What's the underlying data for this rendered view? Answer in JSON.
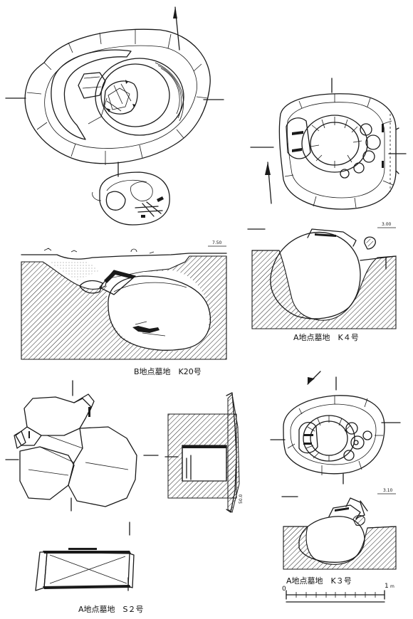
{
  "labels": {
    "b_k20": "B地点墓地　K20号",
    "a_k4": "A地点墓地　K４号",
    "a_s2": "A地点墓地　S２号",
    "a_k3": "A地点墓地　K３号"
  },
  "elevations": {
    "b_k20": "7.50",
    "a_k4": "3.00",
    "a_k3": "3.10",
    "a_s2": "50.0"
  },
  "scale_bar": {
    "zero": "0",
    "one": "1",
    "unit": "m"
  }
}
